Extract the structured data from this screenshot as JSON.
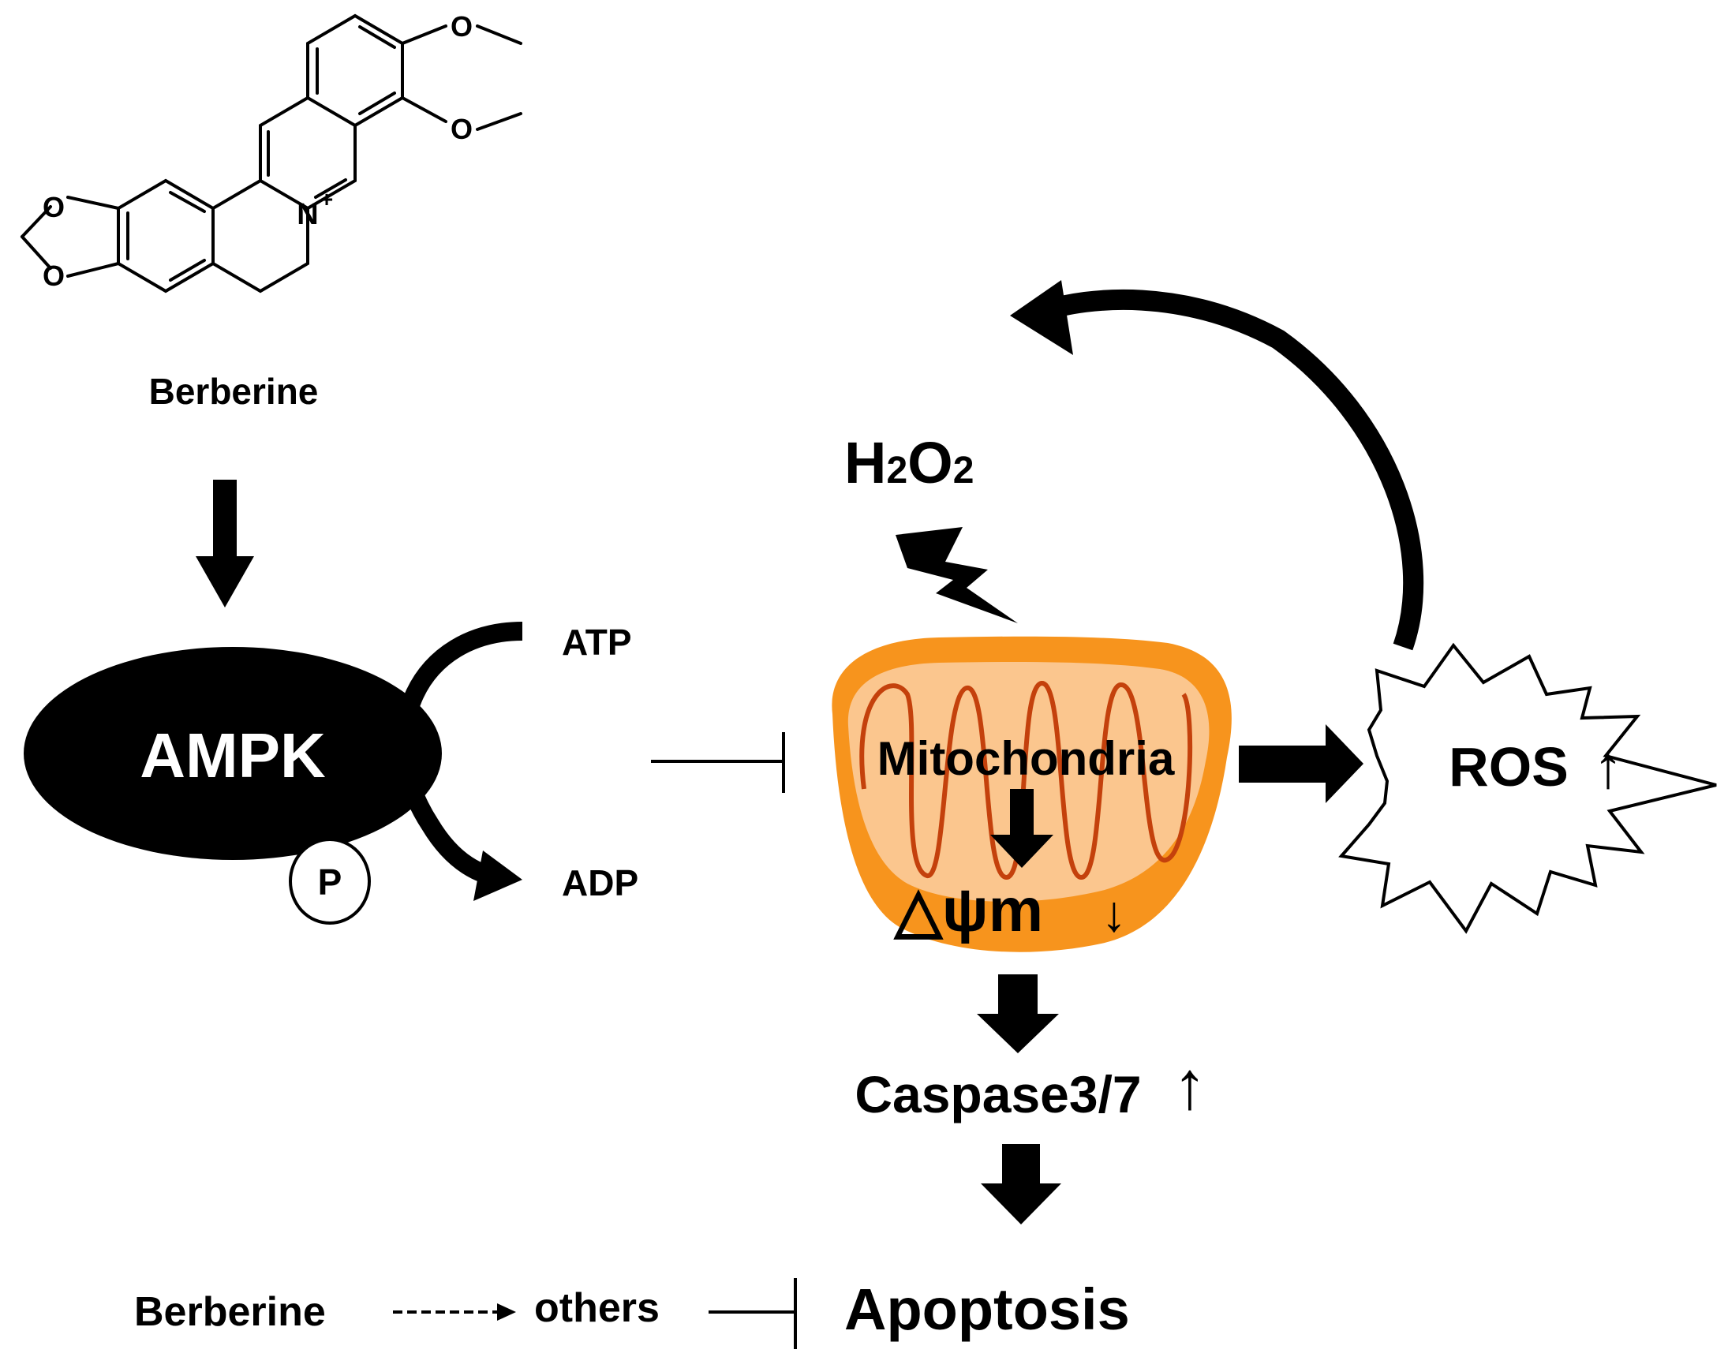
{
  "colors": {
    "ink": "#000000",
    "paper": "#ffffff",
    "mito_outer": "#F7941D",
    "mito_inner": "#FBC68E",
    "mito_cristae": "#C4410C"
  },
  "compound": {
    "name": "Berberine",
    "atoms": {
      "o1": "O",
      "o2": "O",
      "o3": "O",
      "o4": "O",
      "n": "N",
      "charge": "+"
    }
  },
  "ampk": {
    "label": "AMPK",
    "phospho": "P"
  },
  "atp": "ATP",
  "adp": "ADP",
  "h2o2": {
    "main": "H",
    "sub1": "2",
    "mid": "O",
    "sub2": "2"
  },
  "mitochondria": {
    "label": "Mitochondria",
    "delta_psi": "△ψm",
    "down_arrow": "↓"
  },
  "ros": {
    "label": "ROS",
    "up_arrow": "↑"
  },
  "caspase": {
    "label": "Caspase3/7",
    "up_arrow": "↑"
  },
  "bottom": {
    "berberine": "Berberine",
    "others": "others",
    "apoptosis": "Apoptosis"
  }
}
